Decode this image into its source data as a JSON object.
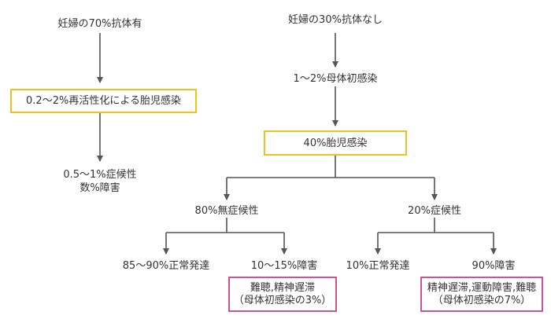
{
  "colors": {
    "line": "#555555",
    "text": "#333333",
    "highlight_border": "#f2c01e",
    "outcome_border": "#c9548f"
  },
  "left_branch": {
    "root": "妊婦の70%抗体有",
    "reactivation": "0.2～2%再活性化による胎児感染",
    "outcome_line1": "0.5～1%症候性",
    "outcome_line2": "数%障害"
  },
  "right_branch": {
    "root": "妊婦の30%抗体なし",
    "primary_infection": "1～2%母体初感染",
    "fetal_infection": "40%胎児感染",
    "asymptomatic": "80%無症候性",
    "symptomatic": "20%症候性",
    "asym_normal": "85～90%正常発達",
    "asym_disorder": "10～15%障害",
    "sym_normal": "10%正常発達",
    "sym_disorder": "90%障害",
    "asym_outcome_line1": "難聴,精神遅滞",
    "asym_outcome_line2": "（母体初感染の3%）",
    "sym_outcome_line1": "精神遅滞,運動障害,難聴",
    "sym_outcome_line2": "（母体初感染の7%）"
  }
}
